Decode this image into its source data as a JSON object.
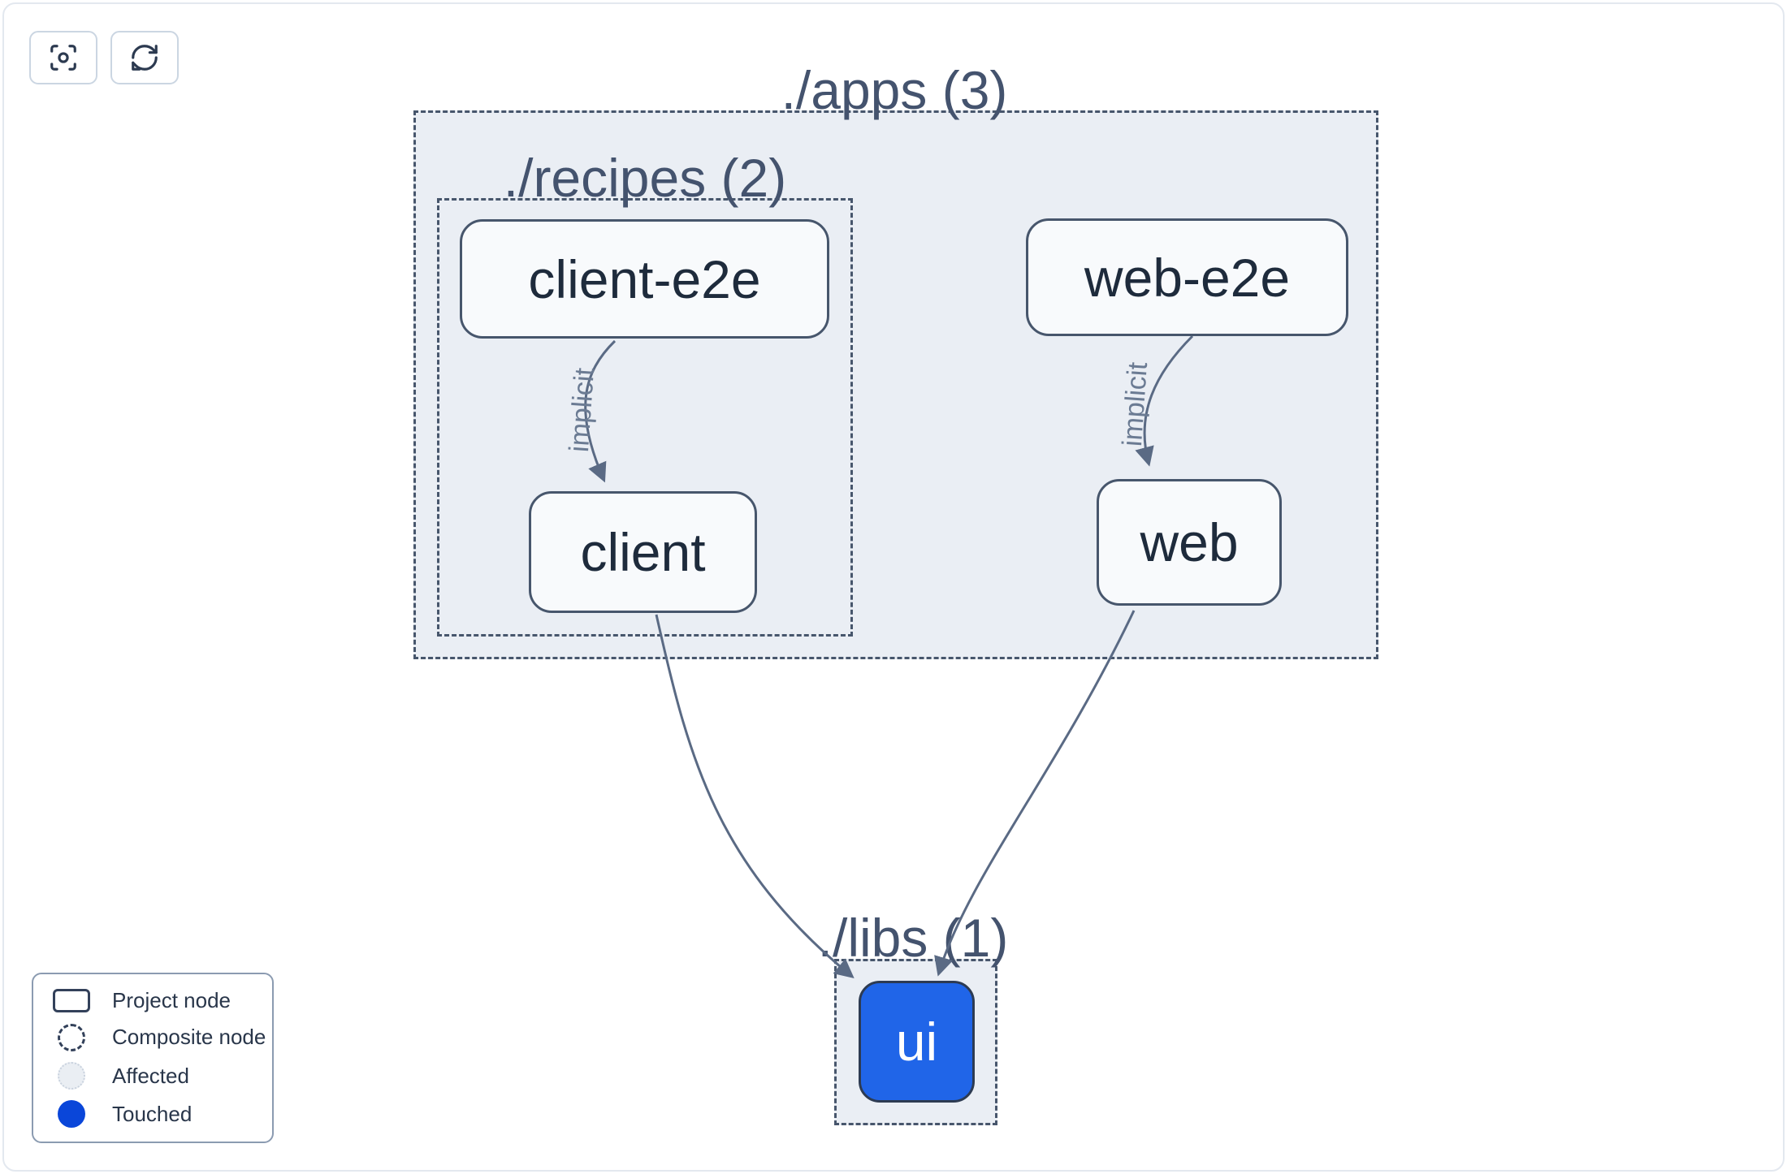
{
  "toolbar": {
    "buttons": [
      {
        "id": "focus",
        "icon": "focus-icon"
      },
      {
        "id": "refresh",
        "icon": "refresh-icon"
      }
    ]
  },
  "graph": {
    "groups": [
      {
        "id": "apps",
        "label": "./apps (3)"
      },
      {
        "id": "recipes",
        "label": "./recipes (2)"
      },
      {
        "id": "libs",
        "label": "./libs (1)"
      }
    ],
    "nodes": [
      {
        "id": "client-e2e",
        "label": "client-e2e",
        "state": "normal"
      },
      {
        "id": "web-e2e",
        "label": "web-e2e",
        "state": "normal"
      },
      {
        "id": "client",
        "label": "client",
        "state": "normal"
      },
      {
        "id": "web",
        "label": "web",
        "state": "normal"
      },
      {
        "id": "ui",
        "label": "ui",
        "state": "touched"
      }
    ],
    "edges": [
      {
        "from": "client-e2e",
        "to": "client",
        "label": "implicit"
      },
      {
        "from": "web-e2e",
        "to": "web",
        "label": "implicit"
      },
      {
        "from": "client",
        "to": "ui",
        "label": ""
      },
      {
        "from": "web",
        "to": "ui",
        "label": ""
      }
    ]
  },
  "legend": {
    "items": [
      {
        "swatch": "project-node-swatch",
        "label": "Project node"
      },
      {
        "swatch": "composite-node-swatch",
        "label": "Composite node"
      },
      {
        "swatch": "affected-swatch",
        "label": "Affected"
      },
      {
        "swatch": "touched-swatch",
        "label": "Touched"
      }
    ]
  },
  "colors": {
    "container_fill": "#eaeef4",
    "dashed_border": "#47566c",
    "node_fill": "#f8fafc",
    "node_border": "#47566c",
    "node_text": "#1e2b3c",
    "touched_node_fill": "#2065e8",
    "touched_legend": "#0a46d9",
    "edge": "#5a6a84",
    "title_text": "#44536e"
  }
}
